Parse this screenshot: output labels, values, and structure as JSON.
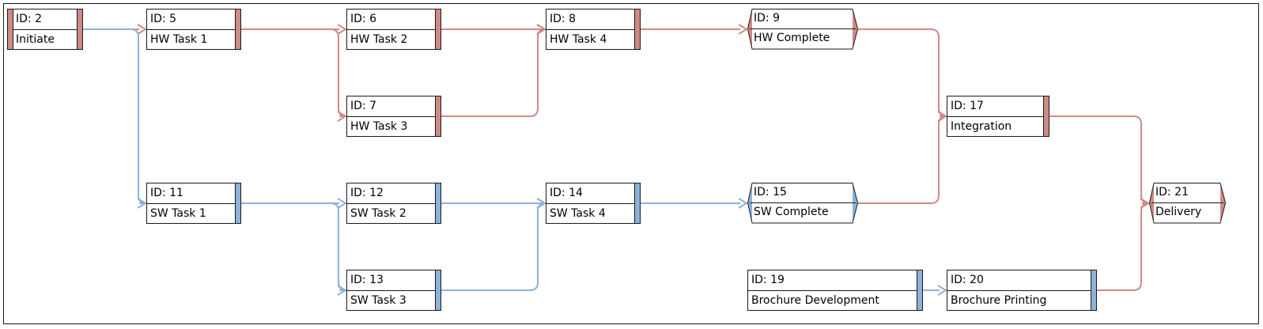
{
  "diagram": {
    "colors": {
      "hardware": "#d08a86",
      "software": "#8db2d9",
      "border": "#1a1a1a"
    },
    "nodes": [
      {
        "key": "n2",
        "id_label": "ID:  2",
        "name": "Initiate",
        "color": "hardware",
        "shape": "task"
      },
      {
        "key": "n5",
        "id_label": "ID:  5",
        "name": "HW Task 1",
        "color": "hardware",
        "shape": "task"
      },
      {
        "key": "n6",
        "id_label": "ID:  6",
        "name": "HW Task 2",
        "color": "hardware",
        "shape": "task"
      },
      {
        "key": "n7",
        "id_label": "ID:  7",
        "name": "HW Task 3",
        "color": "hardware",
        "shape": "task"
      },
      {
        "key": "n8",
        "id_label": "ID:  8",
        "name": "HW Task 4",
        "color": "hardware",
        "shape": "task"
      },
      {
        "key": "n9",
        "id_label": "ID:  9",
        "name": "HW Complete",
        "color": "hardware",
        "shape": "milestone"
      },
      {
        "key": "n11",
        "id_label": "ID: 11",
        "name": "SW Task 1",
        "color": "software",
        "shape": "task"
      },
      {
        "key": "n12",
        "id_label": "ID: 12",
        "name": "SW Task 2",
        "color": "software",
        "shape": "task"
      },
      {
        "key": "n13",
        "id_label": "ID: 13",
        "name": "SW Task 3",
        "color": "software",
        "shape": "task"
      },
      {
        "key": "n14",
        "id_label": "ID: 14",
        "name": "SW Task 4",
        "color": "software",
        "shape": "task"
      },
      {
        "key": "n15",
        "id_label": "ID: 15",
        "name": "SW Complete",
        "color": "software",
        "shape": "milestone"
      },
      {
        "key": "n17",
        "id_label": "ID: 17",
        "name": "Integration",
        "color": "hardware",
        "shape": "task"
      },
      {
        "key": "n19",
        "id_label": "ID: 19",
        "name": "Brochure Development",
        "color": "software",
        "shape": "task"
      },
      {
        "key": "n20",
        "id_label": "ID: 20",
        "name": "Brochure Printing",
        "color": "software",
        "shape": "task"
      },
      {
        "key": "n21",
        "id_label": "ID: 21",
        "name": "Delivery",
        "color": "hardware",
        "shape": "milestone"
      }
    ],
    "links": [
      {
        "from": "n2",
        "to": "n5",
        "color": "hardware"
      },
      {
        "from": "n2",
        "to": "n11",
        "color": "software"
      },
      {
        "from": "n5",
        "to": "n6",
        "color": "hardware"
      },
      {
        "from": "n5",
        "to": "n7",
        "color": "hardware"
      },
      {
        "from": "n6",
        "to": "n8",
        "color": "hardware"
      },
      {
        "from": "n7",
        "to": "n8",
        "color": "hardware"
      },
      {
        "from": "n8",
        "to": "n9",
        "color": "hardware"
      },
      {
        "from": "n9",
        "to": "n17",
        "color": "hardware"
      },
      {
        "from": "n11",
        "to": "n12",
        "color": "software"
      },
      {
        "from": "n11",
        "to": "n13",
        "color": "software"
      },
      {
        "from": "n12",
        "to": "n14",
        "color": "software"
      },
      {
        "from": "n13",
        "to": "n14",
        "color": "software"
      },
      {
        "from": "n14",
        "to": "n15",
        "color": "software"
      },
      {
        "from": "n15",
        "to": "n17",
        "color": "hardware"
      },
      {
        "from": "n17",
        "to": "n21",
        "color": "hardware"
      },
      {
        "from": "n19",
        "to": "n20",
        "color": "software"
      },
      {
        "from": "n20",
        "to": "n21",
        "color": "hardware"
      }
    ]
  }
}
